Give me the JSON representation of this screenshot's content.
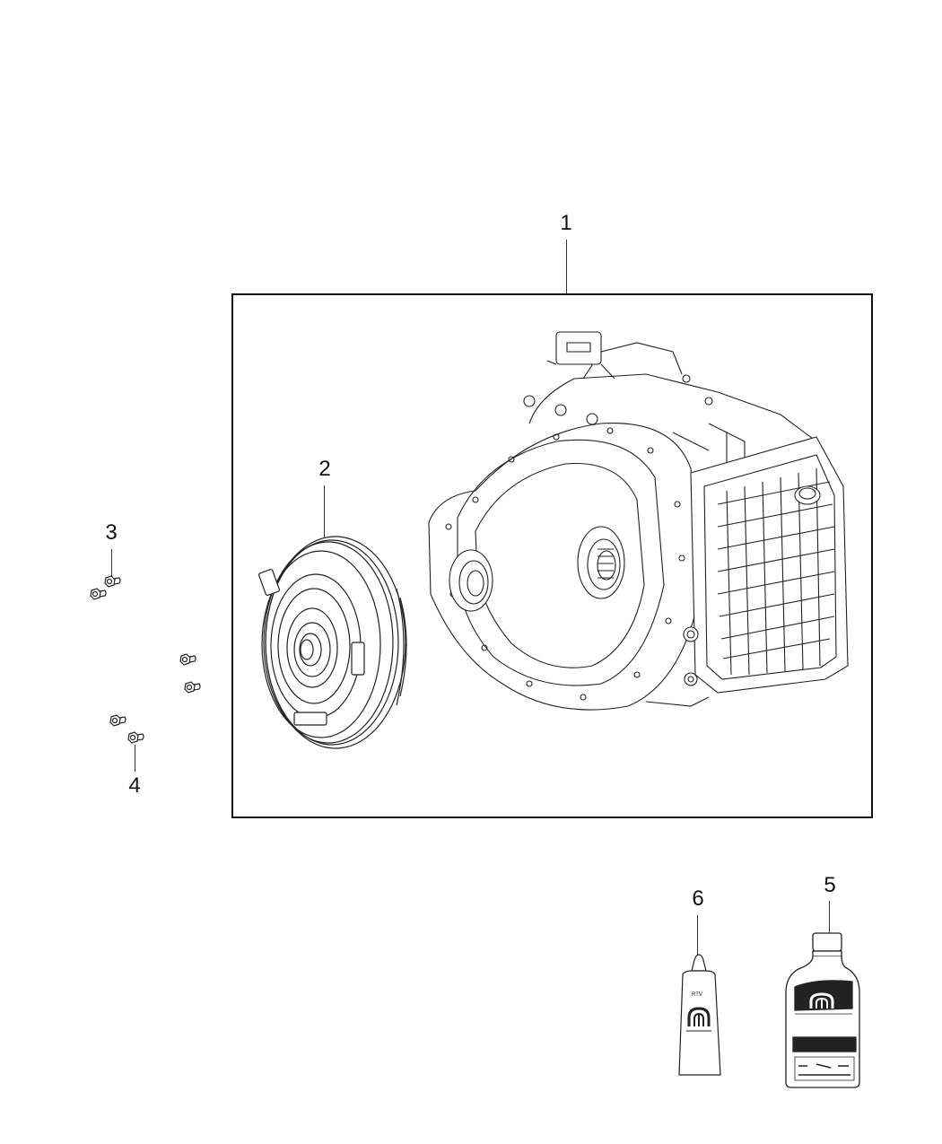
{
  "diagram": {
    "type": "parts-exploded-view",
    "subject": "Automatic transmission assembly and service parts",
    "callouts": [
      {
        "id": "1",
        "label": "1",
        "part": "transmission-assembly"
      },
      {
        "id": "2",
        "label": "2",
        "part": "torque-converter"
      },
      {
        "id": "3",
        "label": "3",
        "part": "bolt"
      },
      {
        "id": "4",
        "label": "4",
        "part": "bolt"
      },
      {
        "id": "5",
        "label": "5",
        "part": "transmission-fluid-bottle"
      },
      {
        "id": "6",
        "label": "6",
        "part": "rtv-sealant-tube"
      }
    ],
    "tube_label": "RTV",
    "colors": {
      "line": "#111111",
      "background": "#ffffff"
    }
  }
}
